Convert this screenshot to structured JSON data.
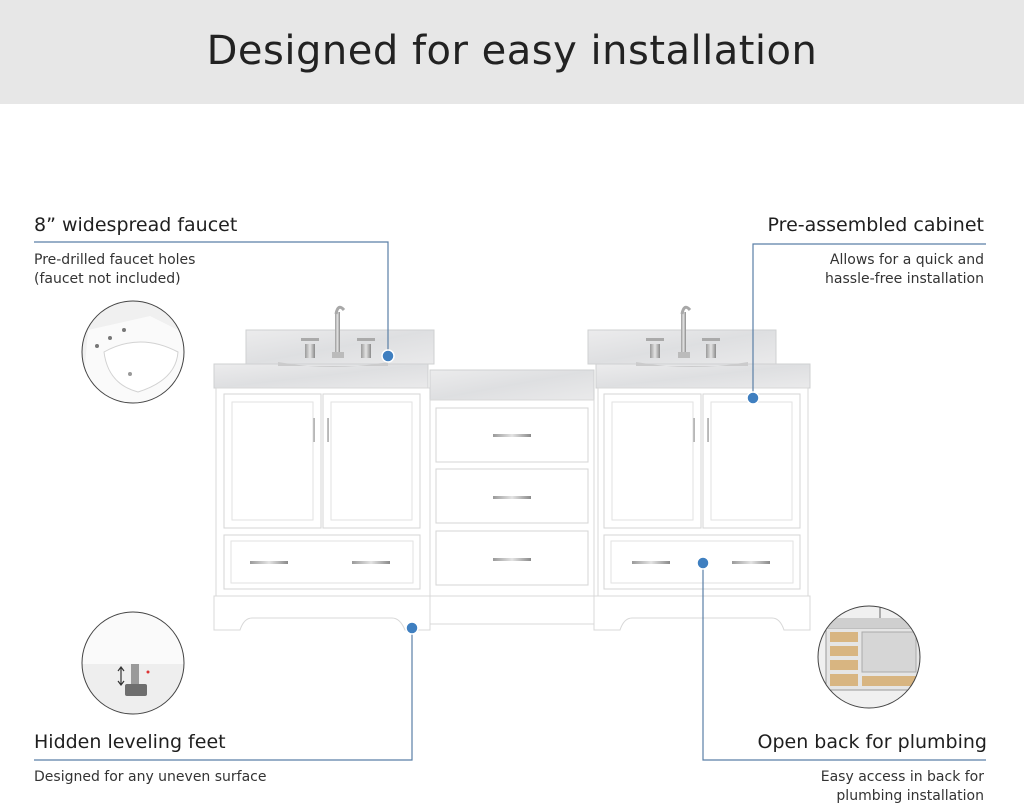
{
  "banner": {
    "title": "Designed for easy installation"
  },
  "features": {
    "faucet": {
      "title": "8” widespread faucet",
      "desc": [
        "Pre-drilled faucet holes",
        "(faucet not included)"
      ]
    },
    "cabinet": {
      "title": "Pre-assembled cabinet",
      "desc": [
        "Allows for  a quick and",
        "hassle-free installation"
      ]
    },
    "feet": {
      "title": "Hidden leveling feet",
      "desc": [
        "Designed for any uneven surface"
      ]
    },
    "plumbing": {
      "title": "Open back for plumbing",
      "desc": [
        "Easy access in back for",
        "plumbing installation"
      ]
    }
  },
  "colors": {
    "banner_bg": "#e7e7e7",
    "callout_line": "#5a7fa6",
    "callout_dot": "#3f7fc0",
    "cabinet": "#ffffff",
    "countertop": "#e9e9ea"
  },
  "icons": [
    "sink-detail-icon",
    "leveling-foot-icon",
    "open-back-cabinet-icon"
  ]
}
